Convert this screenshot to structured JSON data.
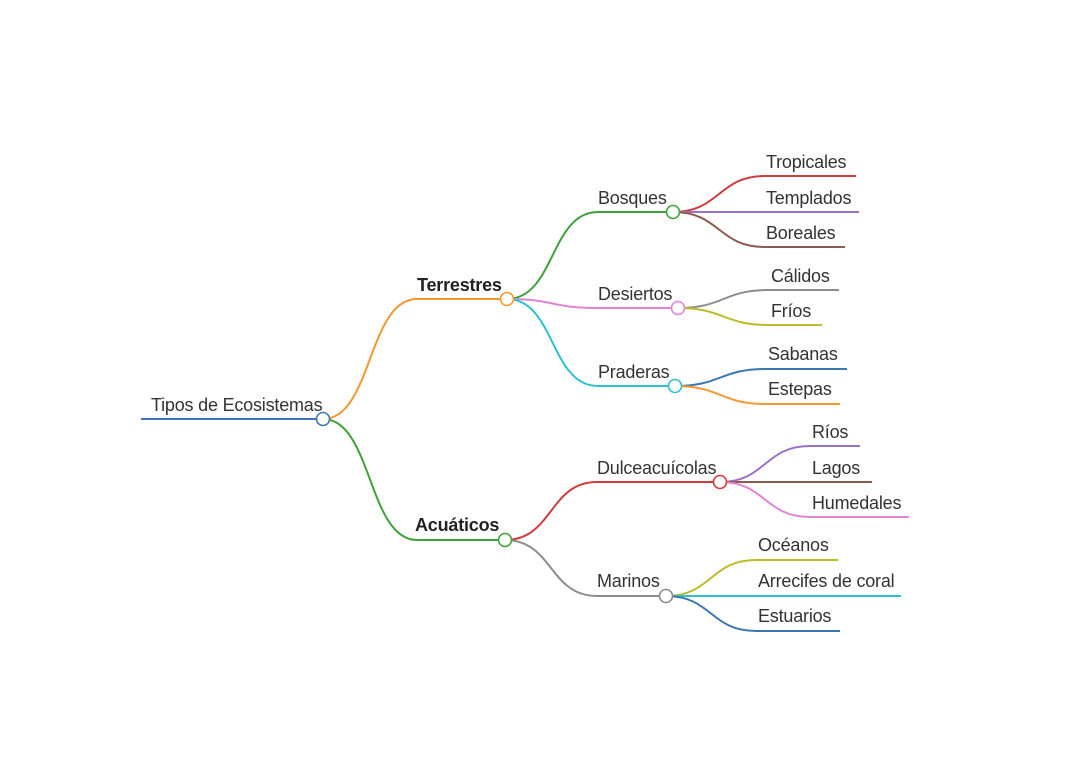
{
  "colors": {
    "blue": "#3b78b3",
    "orange": "#f5962e",
    "green": "#40a23d",
    "red": "#d23a3d",
    "purple": "#9a72c4",
    "brown": "#8a5d4f",
    "pink": "#e184d2",
    "gray": "#8c8c8c",
    "olive": "#bcbc2a",
    "cyan": "#2fc1d1",
    "text": "#333333",
    "background": "#ffffff"
  },
  "mindmap": {
    "root": "Tipos de Ecosistemas",
    "terrestres": {
      "label": "Terrestres",
      "bosques": {
        "label": "Bosques",
        "items": [
          "Tropicales",
          "Templados",
          "Boreales"
        ]
      },
      "desiertos": {
        "label": "Desiertos",
        "items": [
          "Cálidos",
          "Fríos"
        ]
      },
      "praderas": {
        "label": "Praderas",
        "items": [
          "Sabanas",
          "Estepas"
        ]
      }
    },
    "acuaticos": {
      "label": "Acuáticos",
      "dulceacuicolas": {
        "label": "Dulceacuícolas",
        "items": [
          "Ríos",
          "Lagos",
          "Humedales"
        ]
      },
      "marinos": {
        "label": "Marinos",
        "items": [
          "Océanos",
          "Arrecifes de coral",
          "Estuarios"
        ]
      }
    }
  }
}
